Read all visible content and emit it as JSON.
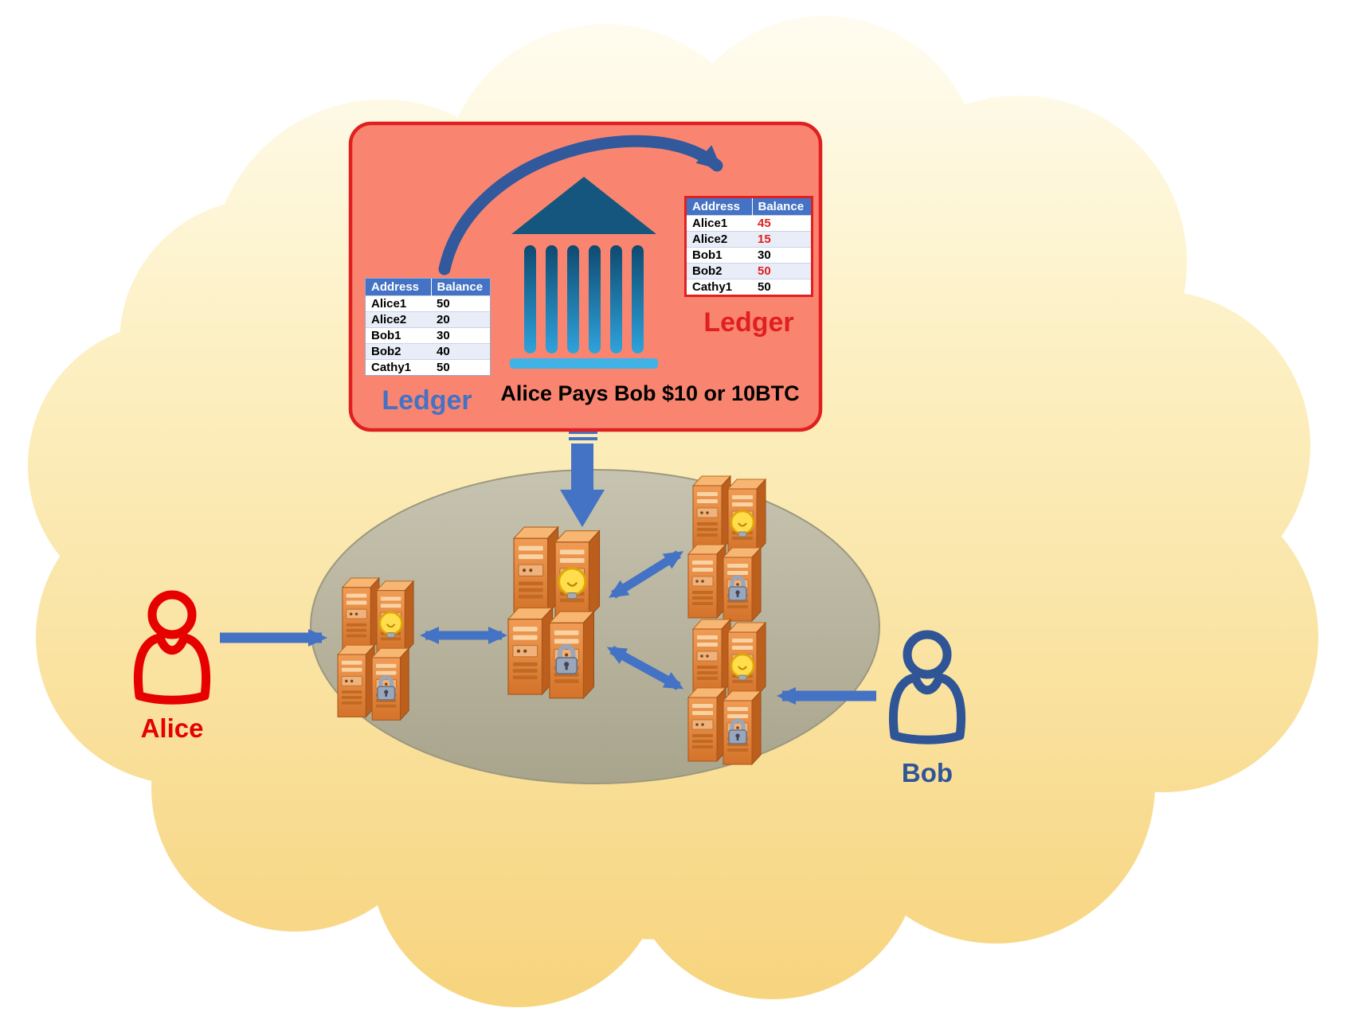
{
  "diagram": {
    "transaction_text": "Alice Pays Bob $10 or 10BTC"
  },
  "ledger_before": {
    "label": "Ledger",
    "columns": {
      "address": "Address",
      "balance": "Balance"
    },
    "rows": [
      {
        "address": "Alice1",
        "balance": "50"
      },
      {
        "address": "Alice2",
        "balance": "20"
      },
      {
        "address": "Bob1",
        "balance": "30"
      },
      {
        "address": "Bob2",
        "balance": "40"
      },
      {
        "address": "Cathy1",
        "balance": "50"
      }
    ]
  },
  "ledger_after": {
    "label": "Ledger",
    "columns": {
      "address": "Address",
      "balance": "Balance"
    },
    "rows": [
      {
        "address": "Alice1",
        "balance": "45",
        "changed": true
      },
      {
        "address": "Alice2",
        "balance": "15",
        "changed": true
      },
      {
        "address": "Bob1",
        "balance": "30",
        "changed": false
      },
      {
        "address": "Bob2",
        "balance": "50",
        "changed": true
      },
      {
        "address": "Cathy1",
        "balance": "50",
        "changed": false
      }
    ]
  },
  "actors": {
    "alice": {
      "label": "Alice",
      "color": "#E60000"
    },
    "bob": {
      "label": "Bob",
      "color": "#2F5597"
    }
  },
  "icons": {
    "bank": "bank-icon",
    "lightbulb": "lightbulb-icon",
    "padlock": "padlock-icon",
    "person": "person-icon",
    "server_cluster": "server-cluster",
    "double_arrow": "double-headed-arrow"
  },
  "colors": {
    "panel_fill": "#F98570",
    "panel_border": "#E02020",
    "accent_blue": "#4472C4",
    "navy_arrow": "#31599B",
    "bank_dark_blue": "#15567E",
    "bank_light_blue": "#41B2E6",
    "ledger_before_label": "#4472C4",
    "ledger_after_label": "#E02020",
    "changed_value": "#E02020",
    "cloud_yellow": "#F7D47E",
    "network_ellipse": "#B5B19B",
    "server_orange": "#E8823C"
  }
}
